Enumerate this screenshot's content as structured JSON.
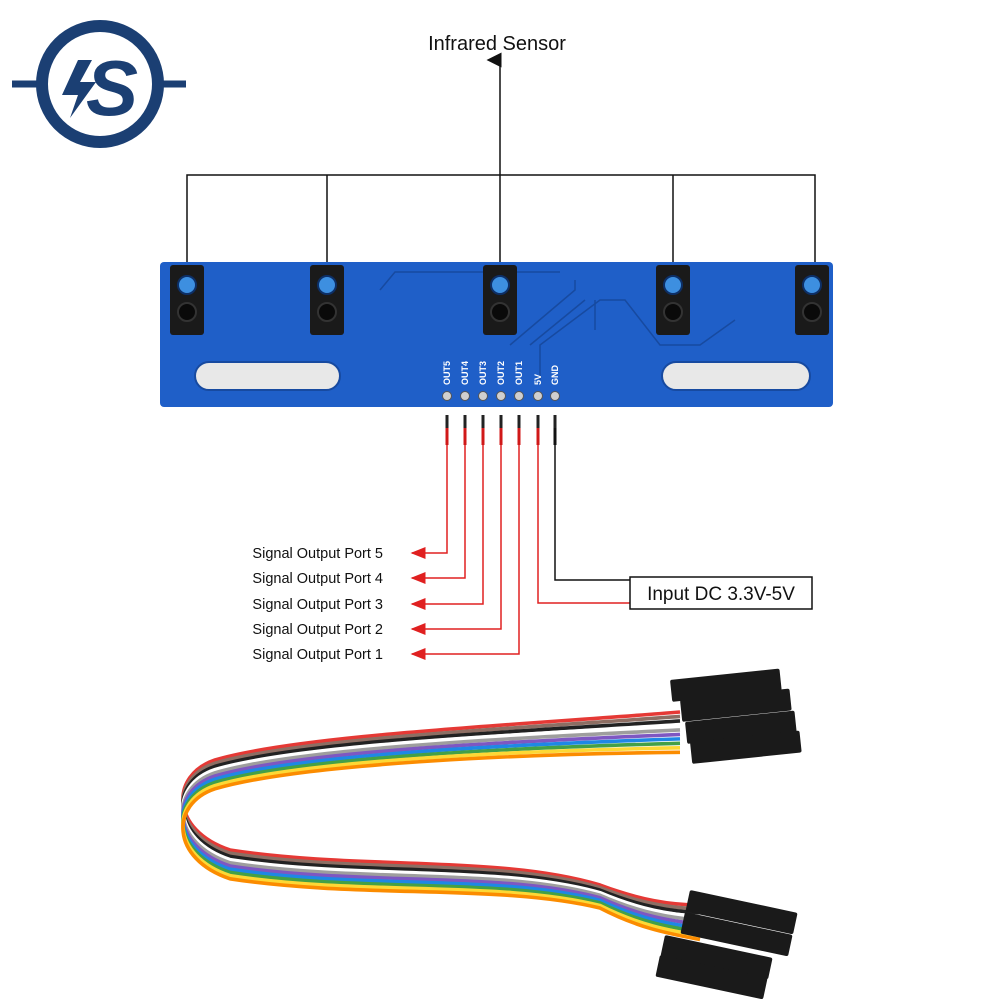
{
  "title": "Infrared Sensor",
  "pins": [
    "OUT5",
    "OUT4",
    "OUT3",
    "OUT2",
    "OUT1",
    "5V",
    "GND"
  ],
  "outputs": [
    "Signal Output Port 5",
    "Signal Output Port 4",
    "Signal Output Port 3",
    "Signal Output Port 2",
    "Signal Output Port 1"
  ],
  "power_label": "Input DC 3.3V-5V",
  "logo_text": "S",
  "colors": {
    "board": "#1f5fc8",
    "signal": "#e02020",
    "logo": "#1b3f73",
    "lead": "#111111"
  },
  "wire_colors": [
    "#e53935",
    "#8d6e63",
    "#222222",
    "#ffffff",
    "#9e9e9e",
    "#7e57c2",
    "#1e88e5",
    "#43a047",
    "#fdd835",
    "#fb8c00"
  ]
}
